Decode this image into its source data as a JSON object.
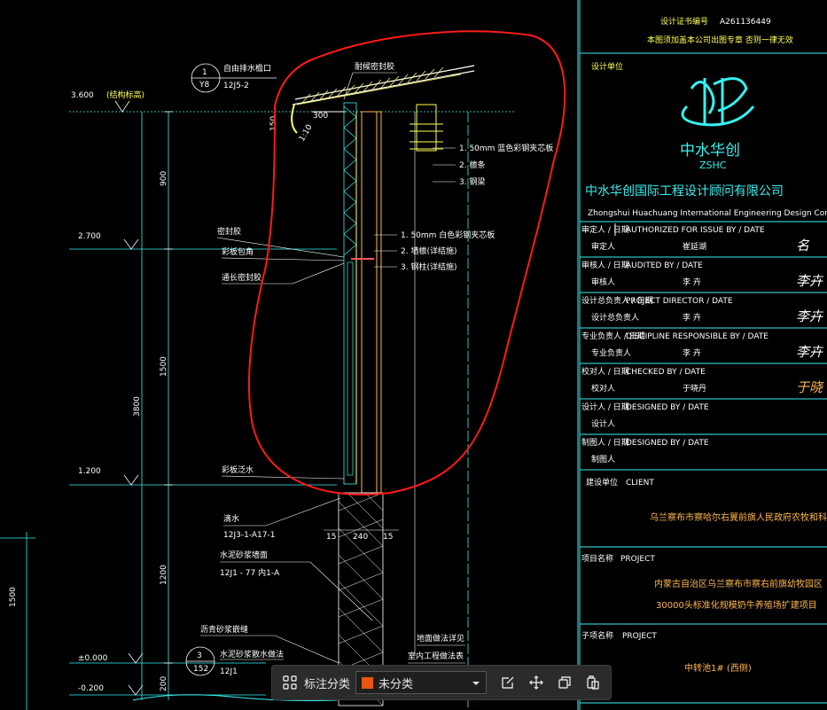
{
  "title_block": {
    "cert_label": "设计证书编号",
    "cert_no": "A261136449",
    "stamp_notice": "本图须加盖本公司出图专章  否则一律无效",
    "designer_unit": "设计单位",
    "logo_cn": "中水华创",
    "logo_en": "ZSHC",
    "company_cn": "中水华创国际工程设计顾问有限公司",
    "company_en": "Zhongshui Huachuang International Engineering Design Consultant Co., Ltd.",
    "roles": [
      {
        "header": "审定人 / 日期",
        "en": "AUTHORIZED FOR ISSUE BY / DATE",
        "role": "审定人",
        "name": "崔延湖",
        "sig": "名"
      },
      {
        "header": "审核人 / 日期",
        "en": "AUDITED BY / DATE",
        "role": "审核人",
        "name": "李 卉",
        "sig": "李卉"
      },
      {
        "header": "设计总负责人 / 日期",
        "en": "PROJECT DIRECTOR / DATE",
        "role": "设计总负责人",
        "name": "李 卉",
        "sig": "李卉"
      },
      {
        "header": "专业负责人 / 日期",
        "en": "DISCIPLINE RESPONSIBLE BY / DATE",
        "role": "专业负责人",
        "name": "李 卉",
        "sig": "李卉"
      },
      {
        "header": "校对人 / 日期",
        "en": "CHECKED BY / DATE",
        "role": "校对人",
        "name": "于晓丹",
        "sig": "于晓"
      },
      {
        "header": "设计人 / 日期",
        "en": "DESIGNED BY / DATE",
        "role": "设计人",
        "name": "",
        "sig": ""
      },
      {
        "header": "制图人 / 日期",
        "en": "DESIGNED BY / DATE",
        "role": "制图人",
        "name": "",
        "sig": ""
      }
    ],
    "client_label": "建设单位",
    "client_en": "CLIENT",
    "client_name": "乌兰察布市察哈尔右翼前旗人民政府农牧和科技局",
    "project_label": "项目名称",
    "project_en": "PROJECT",
    "project_line1": "内蒙古自治区乌兰察布市察右前旗幼牧园区",
    "project_line2": "30000头标准化规模奶牛养殖场扩建项目",
    "subproject_label": "子项名称",
    "subproject_en": "PROJECT",
    "subproject_name": "中转池1# (西侧)"
  },
  "drawing": {
    "elev_3600": "3.600",
    "elev_3600_note": "(结构标高)",
    "elev_2700": "2.700",
    "elev_1200": "1.200",
    "elev_0": "±0.000",
    "elev_m0200": "-0.200",
    "dim_900": "900",
    "dim_1500": "1500",
    "dim_3800": "3800",
    "dim_1200": "1200",
    "dim_200": "200",
    "dim_left_1500": "1500",
    "dim_300": "300",
    "dim_150": "150",
    "dim_15a": "15",
    "dim_240": "240",
    "dim_15b": "15",
    "slope": "1:10",
    "callout1_num": "1",
    "callout1_ref": "Y8",
    "callout1_text": "自由排水檐口",
    "callout1_spec": "12J5-2",
    "eave_sealing": "耐候密封胶",
    "roof_items": [
      "1.   50mm   蓝色彩钢夹芯板",
      "2.   檩条",
      "3.   钢梁"
    ],
    "wall_items": [
      "1.   50mm   白色彩钢夹芯板",
      "2.   墙檩(详结施)",
      "3.   钢柱(详结施)"
    ],
    "label_seal": "密封胶",
    "label_flash": "彩板包角",
    "label_strip": "通长密封胶",
    "label_sill": "彩板泛水",
    "label_drip": "滴水",
    "label_drip_spec": "12J3-1-A17-1",
    "label_mortar": "水泥砂浆墙面",
    "label_mortar_spec": "12J1  - 77  内1-A",
    "label_asphalt": "沥青砂浆嵌缝",
    "label_apron": "水泥砂浆散水做法",
    "callout3_num": "3",
    "callout3_ref": "152",
    "callout3_spec": "12J1",
    "label_floor": "地面做法详见",
    "label_floor2": "室内工程做法表"
  },
  "toolbar": {
    "label": "标注分类",
    "select_value": "未分类",
    "swatch_color": "#e8560f"
  }
}
